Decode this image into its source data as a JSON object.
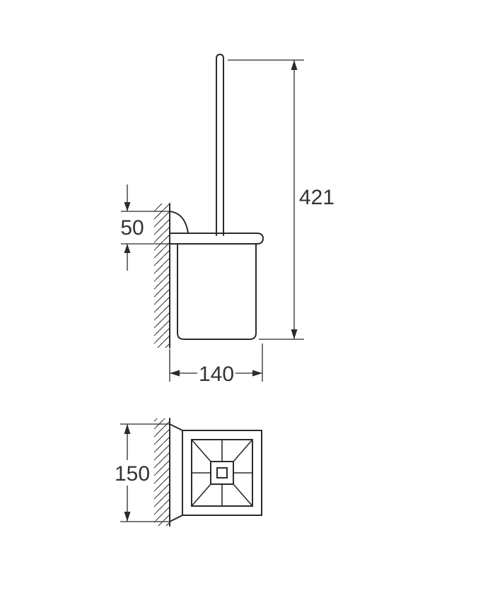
{
  "dimensions": {
    "overall_height": "421",
    "bracket_height": "50",
    "depth": "140",
    "face_height": "150"
  },
  "colors": {
    "line": "#2b2b2b",
    "text": "#333333",
    "background": "#ffffff"
  }
}
